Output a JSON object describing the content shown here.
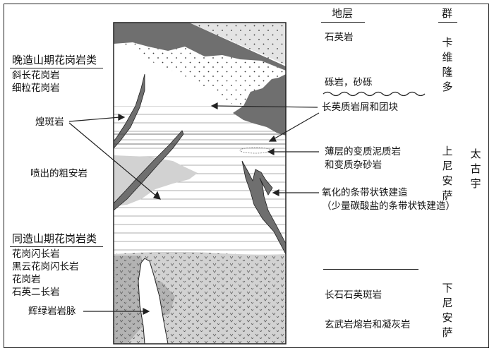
{
  "headers": {
    "strata": "地层",
    "group": "群"
  },
  "left_labels": {
    "late_orogenic": {
      "title": "晚造山期花岗岩类",
      "items": [
        "斜长花岗岩",
        "细粒花岗岩"
      ]
    },
    "lamprophyre": "煌斑岩",
    "erupted_andesite": "喷出的粗安岩",
    "syn_orogenic": {
      "title": "同造山期花岗岩类",
      "items": [
        "花岗闪长岩",
        "黑云花岗闪长岩",
        "花岗岩",
        "石英二长岩"
      ]
    },
    "diabase_dike": "辉绿岩岩脉"
  },
  "strata_labels": {
    "quartzite": "石英岩",
    "conglomerate": "砾岩，砂砾",
    "felsic_schist": "长英质岩屑和团块",
    "metapelite_line1": "薄层的变质泥质岩",
    "metapelite_line2": "和变质杂砂岩",
    "bif_line1": "氧化的条带状铁建造",
    "bif_line2": "（少量碳酸盐的条带状铁建造）",
    "feldspar_porphyry": "长石石英斑岩",
    "basalt_tuff": "玄武岩熔岩和凝灰岩"
  },
  "groups": {
    "kaweilongduo": [
      "卡",
      "维",
      "隆",
      "多"
    ],
    "upper_onsavi": [
      "上",
      "尼",
      "安",
      "萨"
    ],
    "lower_onsavi": [
      "下",
      "尼",
      "安",
      "萨"
    ],
    "archean": [
      "太",
      "古",
      "宇"
    ]
  },
  "colors": {
    "dark_gray": "#6f6f6f",
    "mid_gray": "#b3b3b3",
    "light_gray": "#d2d2d2",
    "line": "#222222"
  }
}
